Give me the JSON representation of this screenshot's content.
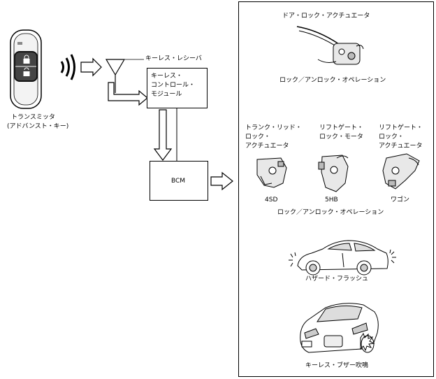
{
  "transmitter": {
    "label_line1": "トランスミッタ",
    "label_line2": "(アドバンスト・キー)"
  },
  "receiver": {
    "label": "キーレス・レシーバ"
  },
  "control_module": {
    "line1": "キーレス・",
    "line2": "コントロール・",
    "line3": "モジュール"
  },
  "bcm": {
    "label": "BCM"
  },
  "outputs": {
    "door_lock_actuator": "ドア・ロック・アクチュエータ",
    "lock_unlock_operation_1": "ロック／アンロック・オペレーション",
    "trunk_lid": {
      "line1": "トランク・リッド・",
      "line2": "ロック・",
      "line3": "アクチュエータ",
      "variant": "4SD"
    },
    "liftgate_motor": {
      "line1": "リフトゲート・",
      "line2": "ロック・モータ",
      "variant": "5HB"
    },
    "liftgate_actuator": {
      "line1": "リフトゲート・",
      "line2": "ロック・",
      "line3": "アクチュエータ",
      "variant": "ワゴン"
    },
    "lock_unlock_operation_2": "ロック／アンロック・オペレーション",
    "hazard_flash": "ハザード・フラッシュ",
    "buzzer": "キーレス・ブザー吹鳴"
  }
}
